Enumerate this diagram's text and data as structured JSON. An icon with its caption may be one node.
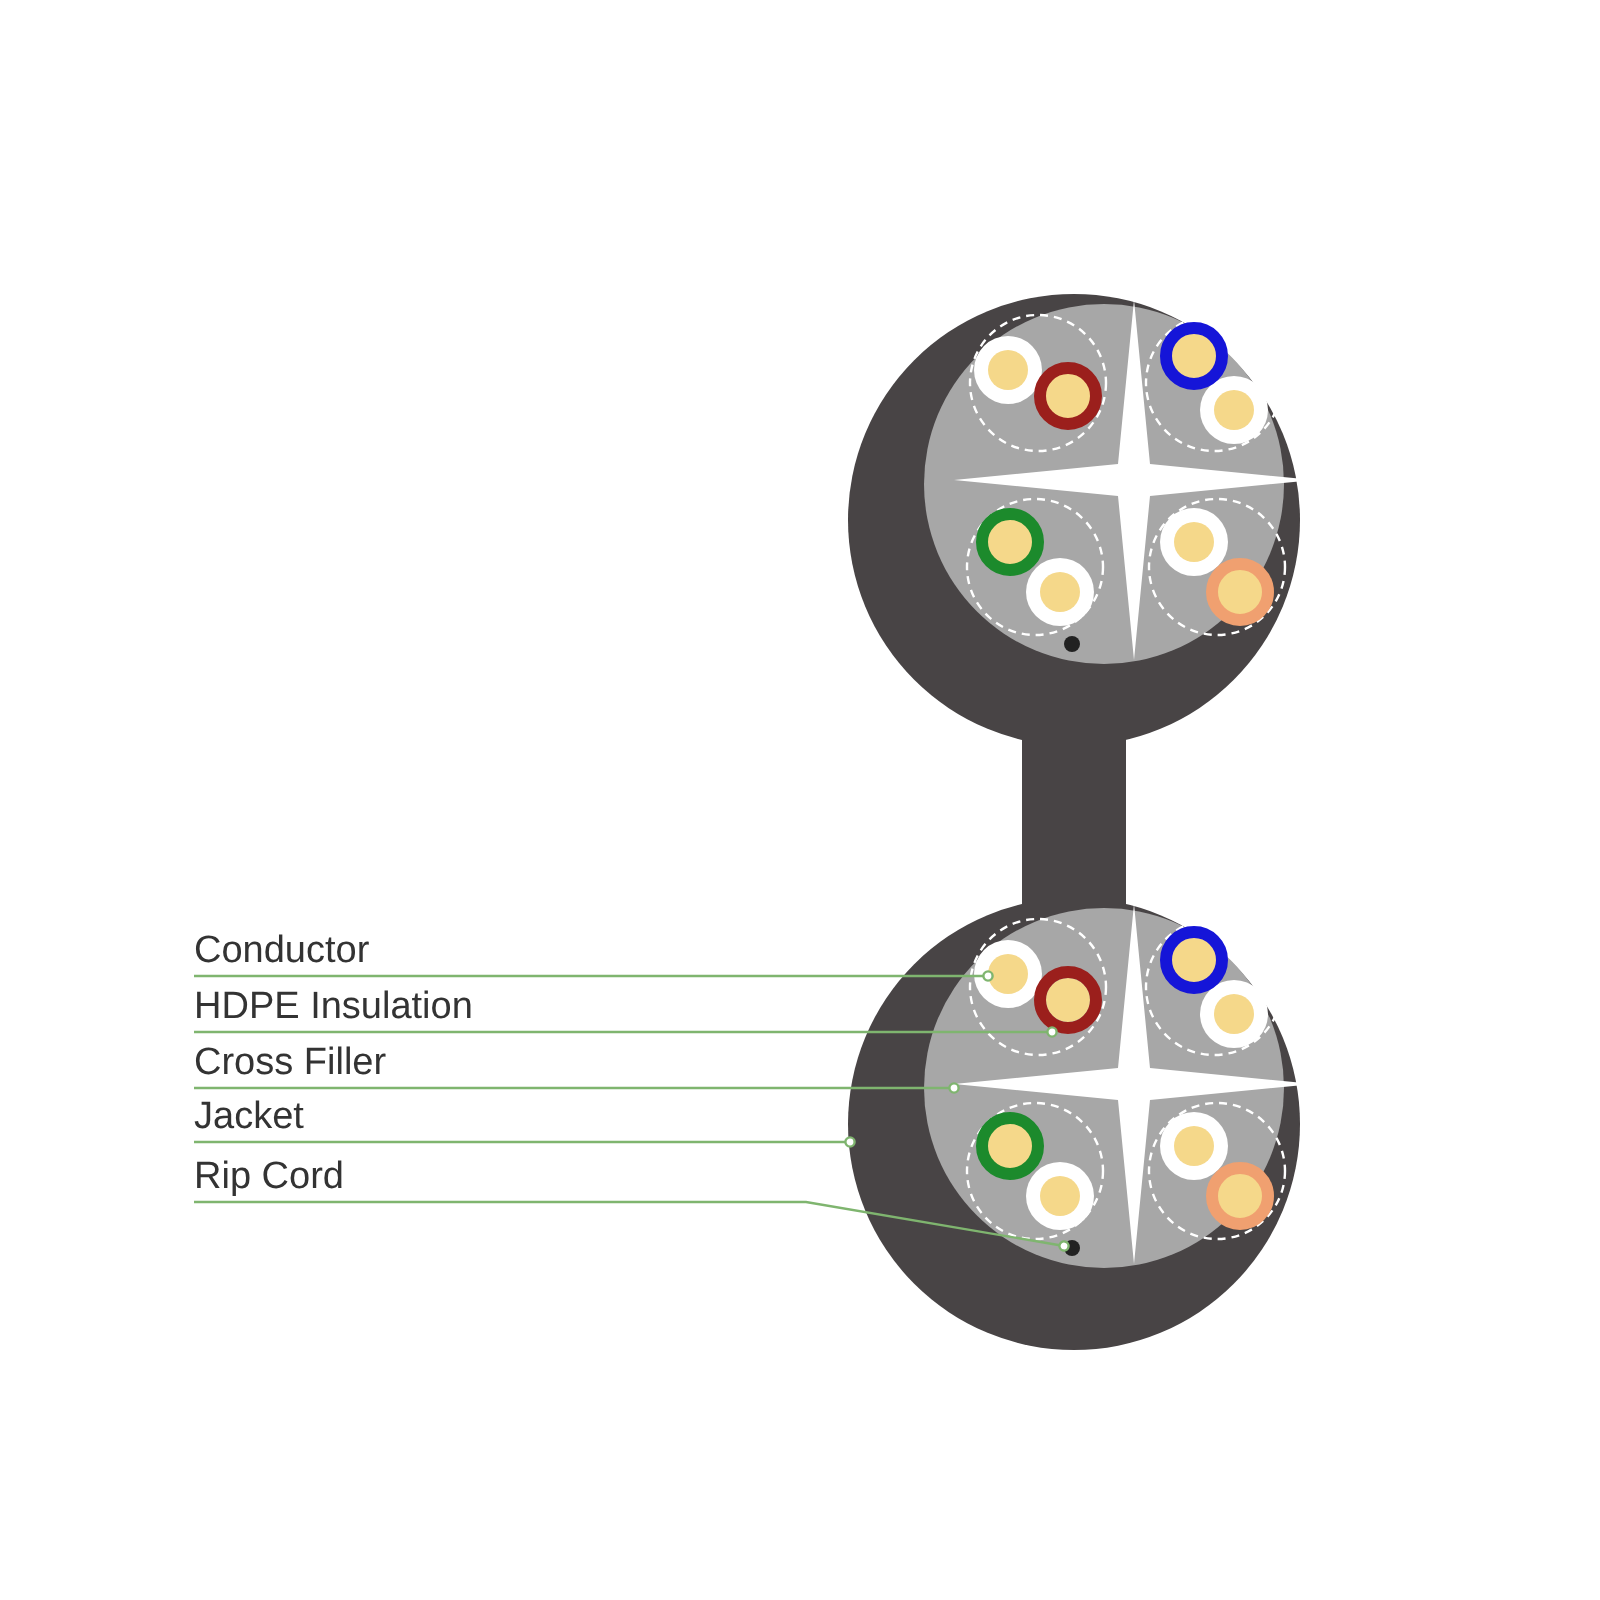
{
  "diagram": {
    "nodes": [
      {
        "text": [
          "Conductor"
        ]
      },
      {
        "text": [
          "HDPE Insulation"
        ]
      },
      {
        "text": [
          "Cross Filler"
        ]
      },
      {
        "text": [
          "Jacket"
        ]
      },
      {
        "text": [
          "Rip Cord"
        ]
      },
      {
        "text": [],
        "shape": "circle"
      },
      {
        "text": [],
        "shape": "circle",
        "in": 5
      },
      {
        "text": [],
        "shape": "circle",
        "in": 5
      },
      {
        "text": [],
        "shape": "cross",
        "in": 5
      },
      {
        "text": [],
        "shape": "circle",
        "in": 5
      }
    ],
    "edges": [
      {
        "from": 0,
        "to": 6,
        "arrow": "other"
      },
      {
        "from": 1,
        "to": 7,
        "arrow": "other"
      },
      {
        "from": 2,
        "to": 8,
        "arrow": "other"
      },
      {
        "from": 3,
        "to": 5,
        "arrow": "other"
      },
      {
        "from": 4,
        "to": 9,
        "arrow": "other"
      }
    ]
  }
}
